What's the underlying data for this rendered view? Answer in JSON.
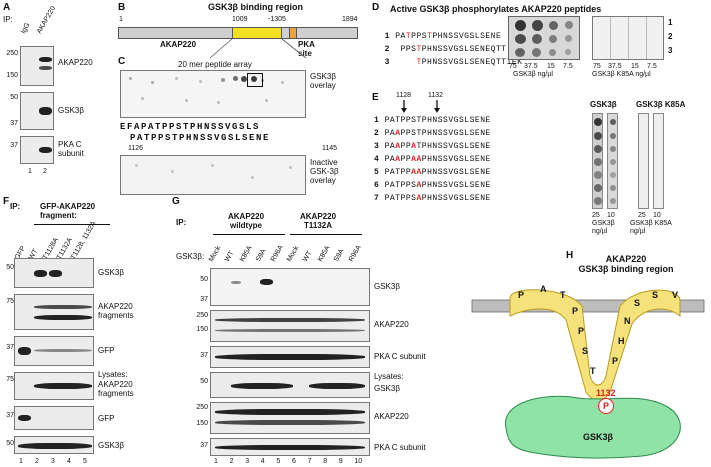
{
  "panels": {
    "A": {
      "letter": "A",
      "ip_label": "IP:",
      "lanes": [
        "IgG",
        "AKAP220"
      ],
      "lane_numbers": [
        "1",
        "2"
      ],
      "blots": [
        {
          "label": "AKAP220",
          "markers": [
            "250",
            "150"
          ]
        },
        {
          "label": "GSK3β",
          "markers": [
            "50",
            "37"
          ]
        },
        {
          "label": "PKA C\nsubunit",
          "markers": [
            "37"
          ]
        }
      ]
    },
    "B": {
      "letter": "B",
      "title": "GSK3β binding region",
      "start": "1",
      "end": "1894",
      "region_start": "1009",
      "region_end": "-1305",
      "protein": "AKAP220",
      "pka_label": "PKA\nsite"
    },
    "C": {
      "letter": "C",
      "array_label": "20 mer peptide array",
      "overlay_label": "GSK3β\noverlay",
      "inactive_label": "Inactive\nGSK-3β\noverlay",
      "seq_top": "EFAPATPPSTPHNSSVGSLS",
      "seq_bottom": "PATPPSTPHNSSVGSLSENE",
      "num_start": "1126",
      "num_end": "1145"
    },
    "D": {
      "letter": "D",
      "title": "Active GSK3β phosphorylates AKAP220 peptides",
      "peptides": [
        {
          "n": "1",
          "pre": "PA",
          "t1": "T",
          "mid": "PPS",
          "t2": "T",
          "post": "PHNSSVGSLSENE"
        },
        {
          "n": "2",
          "pre": "PPS",
          "t1": "T",
          "mid": "",
          "t2": "",
          "post": "PHNSSVGSLSENEQTT"
        },
        {
          "n": "3",
          "pre": "",
          "t1": "T",
          "mid": "",
          "t2": "",
          "post": "PHNSSVGSLSENEQTTIEK"
        }
      ],
      "conc_left": [
        "75",
        "37.5",
        "15",
        "7.5"
      ],
      "conc_right": [
        "75",
        "37.5",
        "15",
        "7.5"
      ],
      "axis_left": "GSK3β ng/µl",
      "axis_right": "GSK3β K85A ng/µl",
      "row_numbers": [
        "1",
        "2",
        "3"
      ]
    },
    "E": {
      "letter": "E",
      "arrow1": "1128",
      "arrow2": "1132",
      "rows": [
        {
          "n": "1",
          "seq": "PATPPSTPHNSSVGSLSENE",
          "red": []
        },
        {
          "n": "2",
          "seq": "PAAPPSTPHNSSVGSLSENE",
          "red": [
            2
          ]
        },
        {
          "n": "3",
          "seq": "PAAPPATPHNSSVGSLSENE",
          "red": [
            2,
            5
          ]
        },
        {
          "n": "4",
          "seq": "PAAPPAAPHNSSVGSLSENE",
          "red": [
            2,
            5,
            6
          ]
        },
        {
          "n": "5",
          "seq": "PATPPAAPHNSSVGSLSENE",
          "red": [
            5,
            6
          ]
        },
        {
          "n": "6",
          "seq": "PATPPSAPHNSSVGSLSENE",
          "red": [
            6
          ]
        },
        {
          "n": "7",
          "seq": "PATPPSAPHNSSVGSLSENE",
          "red": [
            6
          ]
        }
      ],
      "col_gsk": "GSK3β",
      "col_k85a": "GSK3β K85A",
      "conc_left": [
        "25",
        "10"
      ],
      "conc_right": [
        "25",
        "10"
      ],
      "axis_left": "GSK3β\nng/µl",
      "axis_right": "GSK3β K85A\nng/µl"
    },
    "F": {
      "letter": "F",
      "ip_label": "IP:",
      "fragment_label": "GFP-AKAP220\nfragment:",
      "lanes": [
        "GFP",
        "WT",
        "T1128A",
        "T1132A",
        "T1128, 1132A"
      ],
      "lane_numbers": [
        "1",
        "2",
        "3",
        "4",
        "5"
      ],
      "lysates_label": "Lysates:",
      "blots": [
        {
          "label": "GSK3β",
          "marker": "50"
        },
        {
          "label": "AKAP220\nfragments",
          "marker": "75"
        },
        {
          "label": "GFP",
          "marker": "37"
        },
        {
          "label": "AKAP220\nfragments",
          "marker": "75"
        },
        {
          "label": "GFP",
          "marker": "37"
        },
        {
          "label": "GSK3β",
          "marker": "50"
        }
      ]
    },
    "G": {
      "letter": "G",
      "ip_label": "IP:",
      "group1": "AKAP220\nwildtype",
      "group2": "AKAP220\nT1132A",
      "gsk_label": "GSK3β:",
      "lanes": [
        "Mock",
        "WT",
        "K85A",
        "S9A",
        "R96A",
        "Mock",
        "WT",
        "K85A",
        "S9A",
        "R96A"
      ],
      "lane_numbers": [
        "1",
        "2",
        "3",
        "4",
        "5",
        "6",
        "7",
        "8",
        "9",
        "10"
      ],
      "lysates_label": "Lysates:",
      "blots": [
        {
          "label": "GSK3β",
          "markers": [
            "50",
            "37"
          ]
        },
        {
          "label": "AKAP220",
          "markers": [
            "250",
            "150"
          ]
        },
        {
          "label": "PKA C subunit",
          "markers": [
            "37"
          ]
        },
        {
          "label": "GSK3β",
          "markers": [
            "50"
          ]
        },
        {
          "label": "AKAP220",
          "markers": [
            "250",
            "150"
          ]
        },
        {
          "label": "PKA C subunit",
          "markers": [
            "37"
          ]
        }
      ]
    },
    "H": {
      "letter": "H",
      "title": "AKAP220\nGSK3β binding region",
      "residues": [
        "P",
        "A",
        "T",
        "P",
        "P",
        "S",
        "T",
        "P",
        "H",
        "N",
        "S",
        "S",
        "V"
      ],
      "site": "1132",
      "phospho": "P",
      "enzyme": "GSK3β"
    }
  }
}
